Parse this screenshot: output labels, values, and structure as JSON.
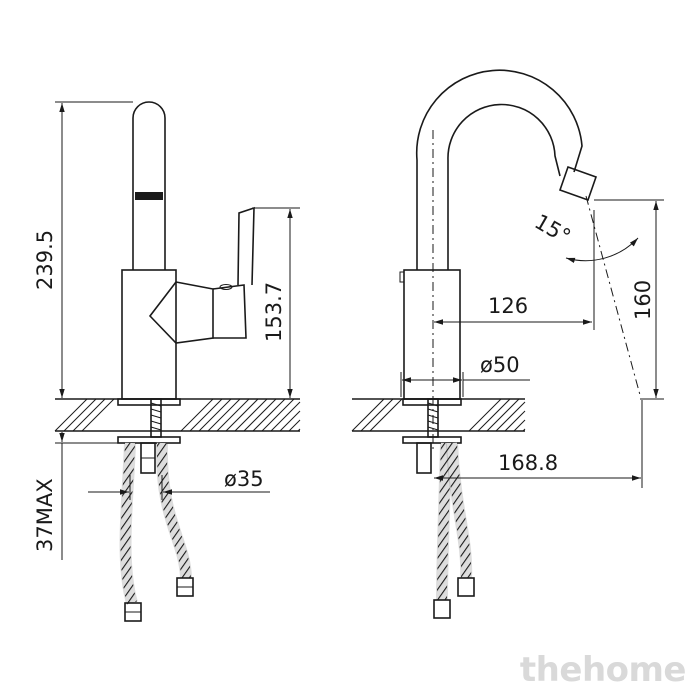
{
  "dimensions": {
    "total_height": "239.5",
    "handle_height": "153.7",
    "mount_depth_max": "37MAX",
    "hole_diameter": "ø35",
    "spout_reach": "126",
    "body_diameter": "ø50",
    "spout_height": "160",
    "total_reach": "168.8",
    "spout_angle": "15°"
  },
  "watermark": "thehome"
}
